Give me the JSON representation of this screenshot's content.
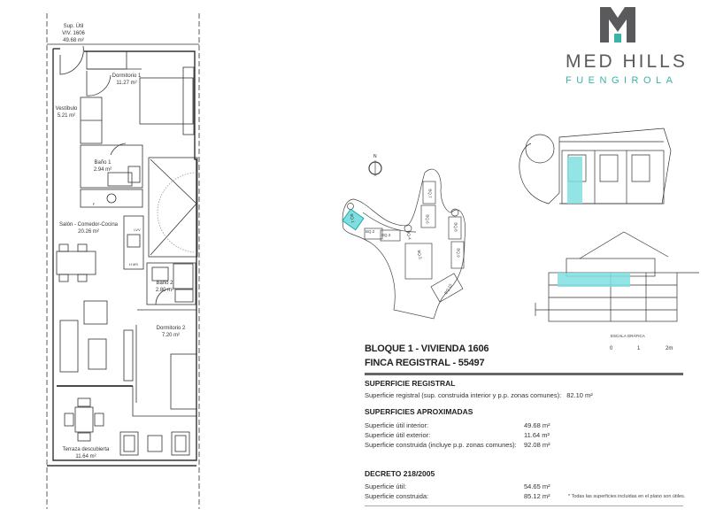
{
  "brand": {
    "name": "MED HILLS",
    "subtitle": "FUENGIROLA",
    "colors": {
      "accent": "#3bb3a6",
      "grey": "#5a5a5c",
      "highlight": "#7fdfe0"
    }
  },
  "floor_plan": {
    "summary": [
      "Sup. Útil",
      "VIV. 1606",
      "49.68 m²"
    ],
    "rooms": [
      {
        "name": "Dormitorio 1",
        "area": "11.27 m²"
      },
      {
        "name": "Vestíbulo",
        "area": "5.21 m²"
      },
      {
        "name": "Baño 1",
        "area": "2.94 m²"
      },
      {
        "name": "Salón - Comedor-Cocina",
        "area": "20.26 m²"
      },
      {
        "name": "Baño 2",
        "area": "2.80 m²"
      },
      {
        "name": "Dormitorio 2",
        "area": "7.20 m²"
      },
      {
        "name": "Terraza descubierta",
        "area": "11.64 m²"
      }
    ],
    "fixtures": {
      "f": "F",
      "lvv": "LVV",
      "hms": "H MS"
    }
  },
  "site_map": {
    "north": "N",
    "blocks": [
      "BQ.1",
      "BQ.2",
      "BQ.3",
      "BQ.4",
      "BQ.5",
      "BQ.6",
      "BQ.7",
      "BQ.8",
      "BQ.9",
      "BQ.10"
    ]
  },
  "scale": {
    "label": "ESCALA GRÁFICA",
    "ticks": [
      "0",
      "1",
      "2m"
    ]
  },
  "info": {
    "title1": "BLOQUE 1 - VIVIENDA 1606",
    "title2": "FINCA REGISTRAL - 55497",
    "registral": {
      "heading": "SUPERFICIE REGISTRAL",
      "label": "Superficie registral (sup. construida interior y p.p. zonas comunes):",
      "value": "82.10 m²"
    },
    "aproximadas": {
      "heading": "SUPERFICIES APROXIMADAS",
      "rows": [
        {
          "label": "Superficie útil interior:",
          "value": "49.68 m²"
        },
        {
          "label": "Superficie útil exterior:",
          "value": "11.64 m²"
        },
        {
          "label": "Superficie construida (incluye p.p. zonas comunes):",
          "value": "92.08 m²"
        }
      ]
    },
    "decreto": {
      "heading": "DECRETO 218/2005",
      "rows": [
        {
          "label": "Superficie útil:",
          "value": "54.65 m²"
        },
        {
          "label": "Superficie construida:",
          "value": "85.12 m²"
        }
      ],
      "note": "* Todas las superficies incluidas en el plano son útiles."
    }
  }
}
